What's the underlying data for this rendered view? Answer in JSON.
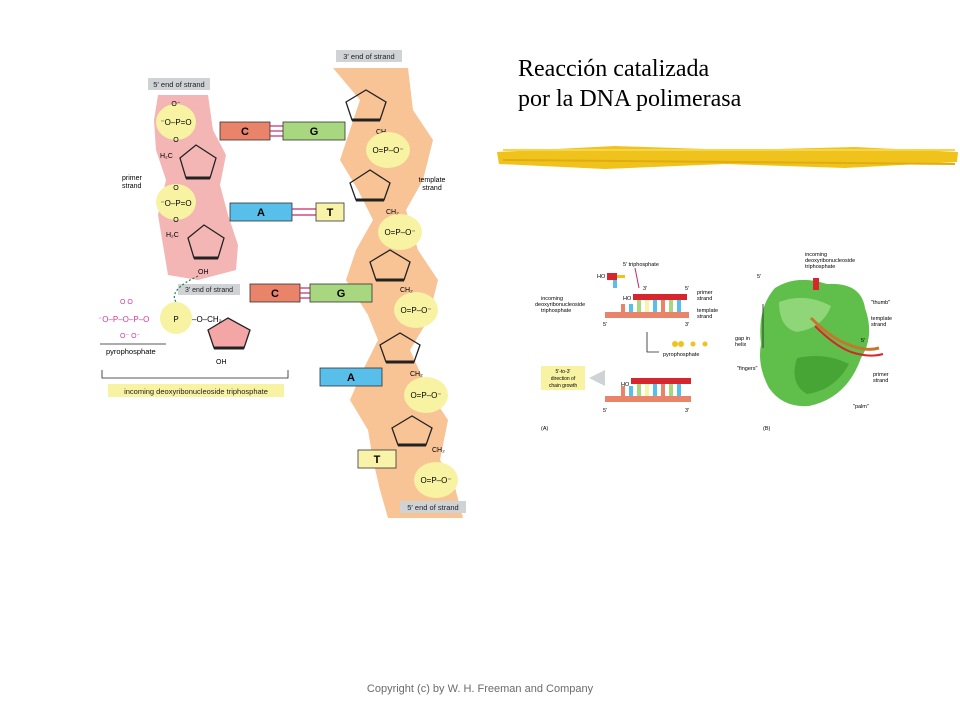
{
  "title": {
    "line1": "Reacción catalizada",
    "line2": "por la DNA polimerasa"
  },
  "left_diagram": {
    "labels": {
      "five_end_top": "5′ end of strand",
      "three_end_top": "3′ end of strand",
      "primer_strand_1": "primer",
      "primer_strand_2": "strand",
      "template_strand_1": "template",
      "template_strand_2": "strand",
      "three_end_primer": "3′ end of strand",
      "five_end_bottom": "5′ end of strand",
      "pyrophosphate": "pyrophosphate",
      "incoming": "incoming deoxyribonucleoside triphosphate"
    },
    "primer_bases": [
      "C",
      "A",
      "C"
    ],
    "template_bases": [
      "G",
      "T",
      "G",
      "A",
      "T"
    ],
    "chem": {
      "phosphate": "O=P=O",
      "p": "P",
      "o_minus": "O⁻",
      "o": "O",
      "h2c": "H₂C",
      "ch2": "CH₂",
      "oh": "OH"
    }
  },
  "right_diagram": {
    "panel_a": {
      "five_triphosphate": "5′ triphosphate",
      "ho": "HO",
      "incoming_1": "incoming",
      "incoming_2": "deoxyribonucleoside",
      "incoming_3": "triphosphate",
      "primer_1": "primer",
      "primer_2": "strand",
      "template_1": "template",
      "template_2": "strand",
      "three_prime": "3′",
      "five_prime": "5′",
      "pyrophosphate": "pyrophosphate",
      "growth_1": "5′-to-3′",
      "growth_2": "direction of",
      "growth_3": "chain growth",
      "panel": "(A)"
    },
    "panel_b": {
      "incoming_1": "incoming",
      "incoming_2": "deoxyribonucleoside",
      "incoming_3": "triphosphate",
      "thumb": "\"thumb\"",
      "template_1": "template",
      "template_2": "strand",
      "gap_1": "gap in",
      "gap_2": "helix",
      "fingers": "\"fingers\"",
      "primer_1": "primer",
      "primer_2": "strand",
      "palm": "\"palm\"",
      "five_prime": "5′",
      "panel": "(B)"
    }
  },
  "copyright": "Copyright (c) by W. H. Freeman and Company",
  "colors": {
    "primer_band": "#f4b5b5",
    "template_band": "#f8c395",
    "phosphate": "#f7f3a2",
    "base_C": "#e9836a",
    "base_G": "#a8d780",
    "base_A": "#57bfea",
    "base_T": "#f8f3a8",
    "highlight": "#f0c31c",
    "enzyme": "#5fbf4a"
  }
}
